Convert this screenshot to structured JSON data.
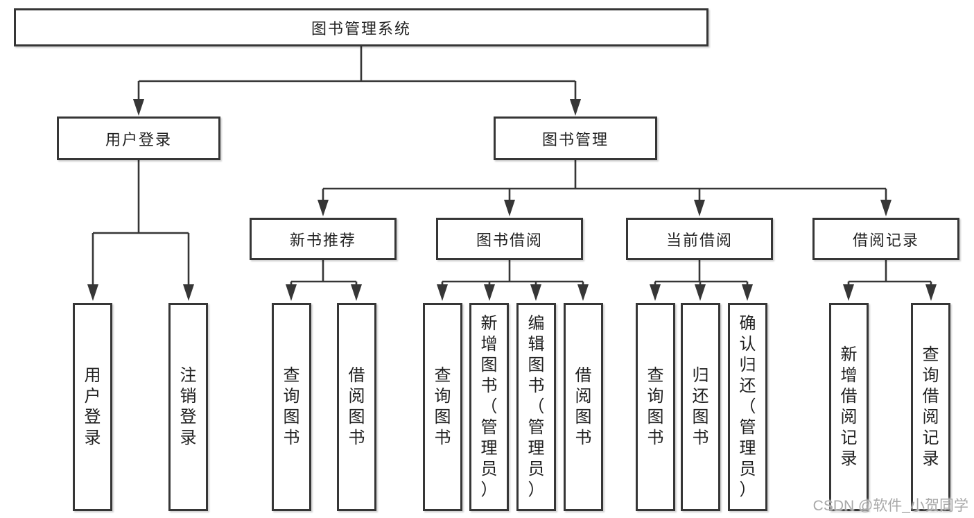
{
  "tree": {
    "root": "图书管理系统",
    "user_login": {
      "label": "用户登录",
      "children": [
        "用户登录",
        "注销登录"
      ]
    },
    "book_mgmt": {
      "label": "图书管理",
      "sections": {
        "new_book_rec": {
          "label": "新书推荐",
          "children": [
            "查询图书",
            "借阅图书"
          ]
        },
        "book_borrow": {
          "label": "图书借阅",
          "children": [
            "查询图书",
            "新增图书（管理员）",
            "编辑图书（管理员）",
            "借阅图书"
          ]
        },
        "current_borrow": {
          "label": "当前借阅",
          "children": [
            "查询图书",
            "归还图书",
            "确认归还（管理员）"
          ]
        },
        "borrow_records": {
          "label": "借阅记录",
          "children": [
            "新增借阅记录",
            "查询借阅记录"
          ]
        }
      }
    }
  },
  "watermark": "CSDN @软件_小贺同学",
  "colors": {
    "line": "#363636",
    "text": "#212121",
    "watermark": "#a8a8a8",
    "background": "#ffffff"
  }
}
